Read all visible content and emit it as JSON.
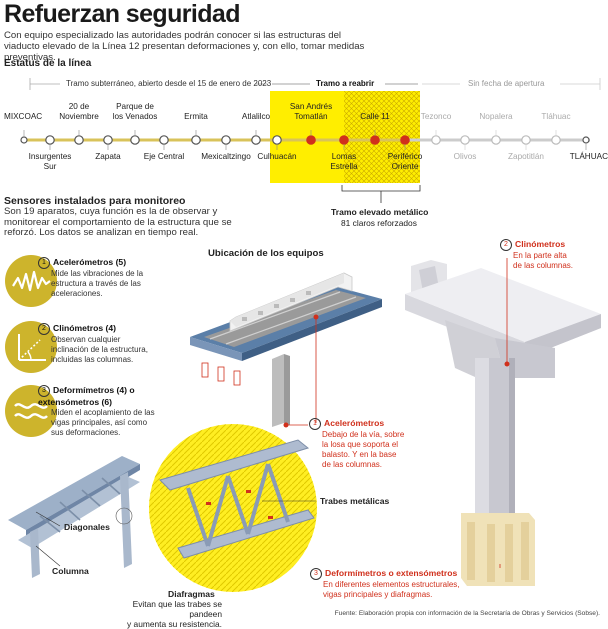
{
  "header": {
    "title": "Refuerzan seguridad",
    "intro": "Con equipo especializado las autoridades podrán conocer si las estructuras del viaducto elevado de la Línea 12 presentan deformaciones y, con ello, tomar medidas preventivas."
  },
  "status": {
    "title": "Estatus de la línea",
    "segments": {
      "underground": "Tramo subterráneo, abierto desde el 15 de enero de 2023",
      "reopen": "Tramo a reabrir",
      "no_date": "Sin fecha de apertura"
    },
    "stations_top": [
      "MIXCOAC",
      "20 de\nNoviembre",
      "Parque de\nlos Venados",
      "Ermita",
      "Atlalilco",
      "San Andrés\nTomatlán",
      "Calle 11",
      "Tezonco",
      "Nopalera",
      "Tláhuac"
    ],
    "stations_bottom": [
      "Insurgentes\nSur",
      "Zapata",
      "Eje Central",
      "Mexicaltzingo",
      "Culhuacán",
      "Lomas\nEstrella",
      "Periférico\nOriente",
      "Olivos",
      "Zapotitlán",
      "TLÁHUAC"
    ],
    "elevated": {
      "title": "Tramo elevado metálico",
      "sub": "81 claros reforzados"
    },
    "colors": {
      "line": "#d9c35a",
      "highlight": "#ffee00",
      "station_red": "#d0301c",
      "grey": "#bbbbbb"
    }
  },
  "sensors": {
    "title": "Sensores instalados para monitoreo",
    "description": "Son 19 aparatos, cuya función es la de observar y monitorear el comportamiento de la estructura que se reforzó. Los datos se analizan en tiempo real.",
    "items": [
      {
        "num": "1",
        "title": "Acelerómetros (5)",
        "desc": "Mide las vibraciones de la estructura a través de las aceleraciones.",
        "icon": "wave-icon"
      },
      {
        "num": "2",
        "title": "Clinómetros (4)",
        "desc": "Observan cualquier inclinación de la estructura, incluidas las columnas.",
        "icon": "angle-icon"
      },
      {
        "num": "3",
        "title": "Deformímetros (4) o\nextensómetros (6)",
        "desc": "Miden el acoplamiento de las vigas principales, así como sus deformaciones.",
        "icon": "double-wave-icon"
      }
    ]
  },
  "location": {
    "title": "Ubicación de los equipos",
    "callouts": [
      {
        "num": "1",
        "title": "Acelerómetros",
        "desc": "Debajo de la vía, sobre\nla losa que soporta el\nbalasto. Y en la base\nde las columnas."
      },
      {
        "num": "2",
        "title": "Clinómetros",
        "desc": "En la parte alta\nde las columnas."
      },
      {
        "num": "3",
        "title": "Deformímetros o extensómetros",
        "desc": "En diferentes elementos estructurales,\nvigas principales y diafragmas."
      }
    ],
    "labels": {
      "trabes": "Trabes metálicas",
      "diagonales": "Diagonales",
      "columna": "Columna",
      "diafragmas": "Diafragmas",
      "diafragmas_desc": "Evitan que las trabes se pandeen\ny aumenta su resistencia."
    }
  },
  "source": "Fuente: Elaboración propia con información de la Secretaría de Obras y Servicios (Sobse)."
}
